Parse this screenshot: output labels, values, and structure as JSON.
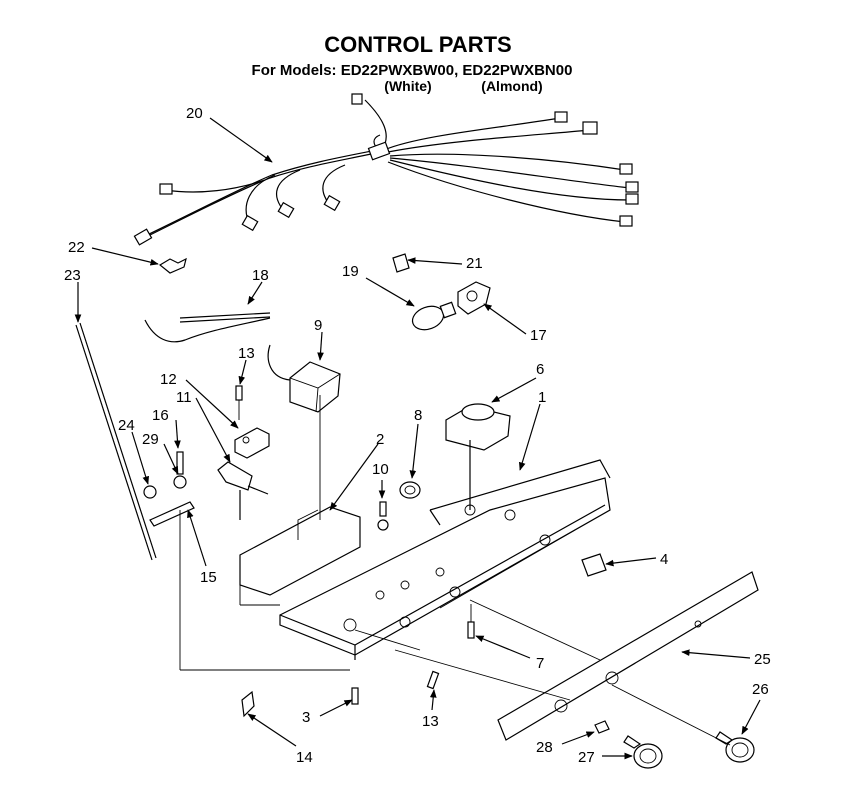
{
  "header": {
    "title": "CONTROL PARTS",
    "models_line": "For Models: ED22PWXBW00, ED22PWXBN00",
    "variant_white": "(White)",
    "variant_almond": "(Almond)"
  },
  "callouts": [
    "20",
    "22",
    "23",
    "18",
    "19",
    "21",
    "17",
    "9",
    "13",
    "12",
    "11",
    "16",
    "24",
    "29",
    "2",
    "10",
    "8",
    "6",
    "1",
    "4",
    "15",
    "25",
    "26",
    "7",
    "3",
    "13",
    "14",
    "28",
    "27"
  ]
}
